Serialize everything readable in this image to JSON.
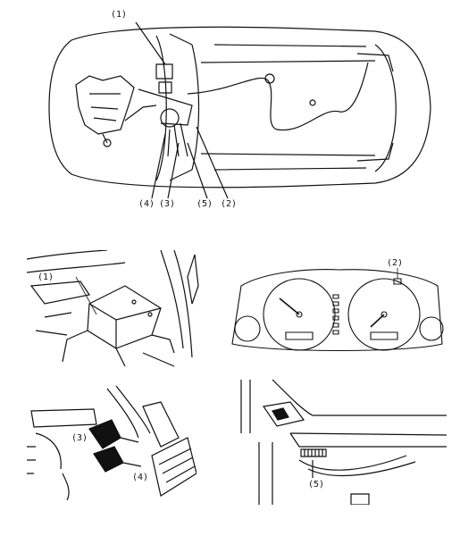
{
  "callouts": {
    "c1": "(1)",
    "c2": "(2)",
    "c3": "(3)",
    "c4": "(4)",
    "c5": "(5)"
  },
  "line_color": "#111111"
}
